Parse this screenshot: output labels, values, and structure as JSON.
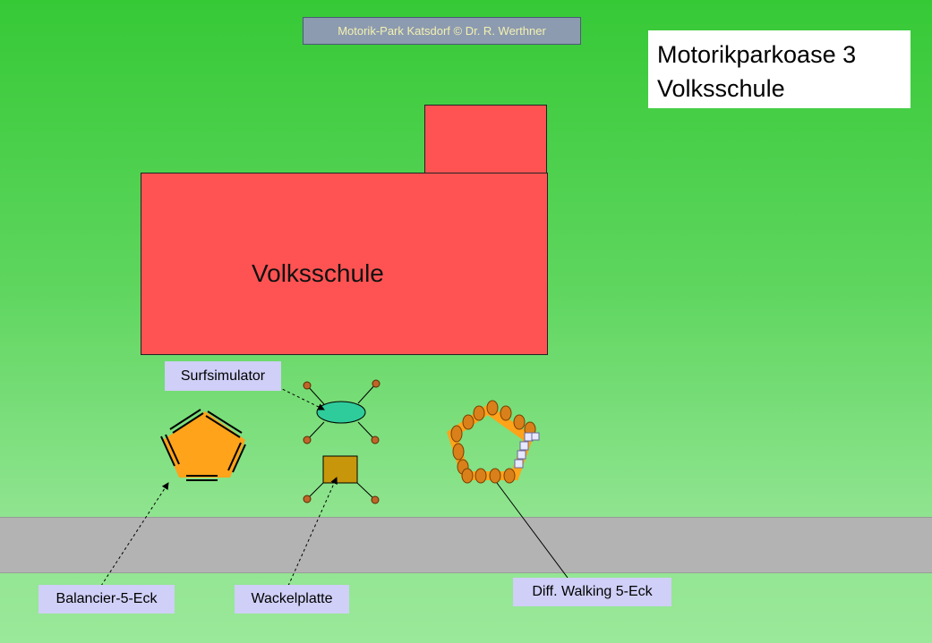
{
  "header": {
    "copyright": "Motorik-Park Katsdorf © Dr. R. Werthner",
    "title_line1": "Motorikparkoase 3",
    "title_line2": "Volksschule"
  },
  "building": {
    "label": "Volksschule"
  },
  "stations": {
    "surfsimulator": "Surfsimulator",
    "balancier": "Balancier-5-Eck",
    "wackelplatte": "Wackelplatte",
    "diff_walking": "Diff. Walking 5-Eck"
  },
  "colors": {
    "building": "#ff5353",
    "road": "#b3b3b3",
    "label_bg": "#cfcff7",
    "pentagon": "#ffa31a",
    "surf_board": "#2ecc9a",
    "wobble_plate": "#c8960a"
  }
}
